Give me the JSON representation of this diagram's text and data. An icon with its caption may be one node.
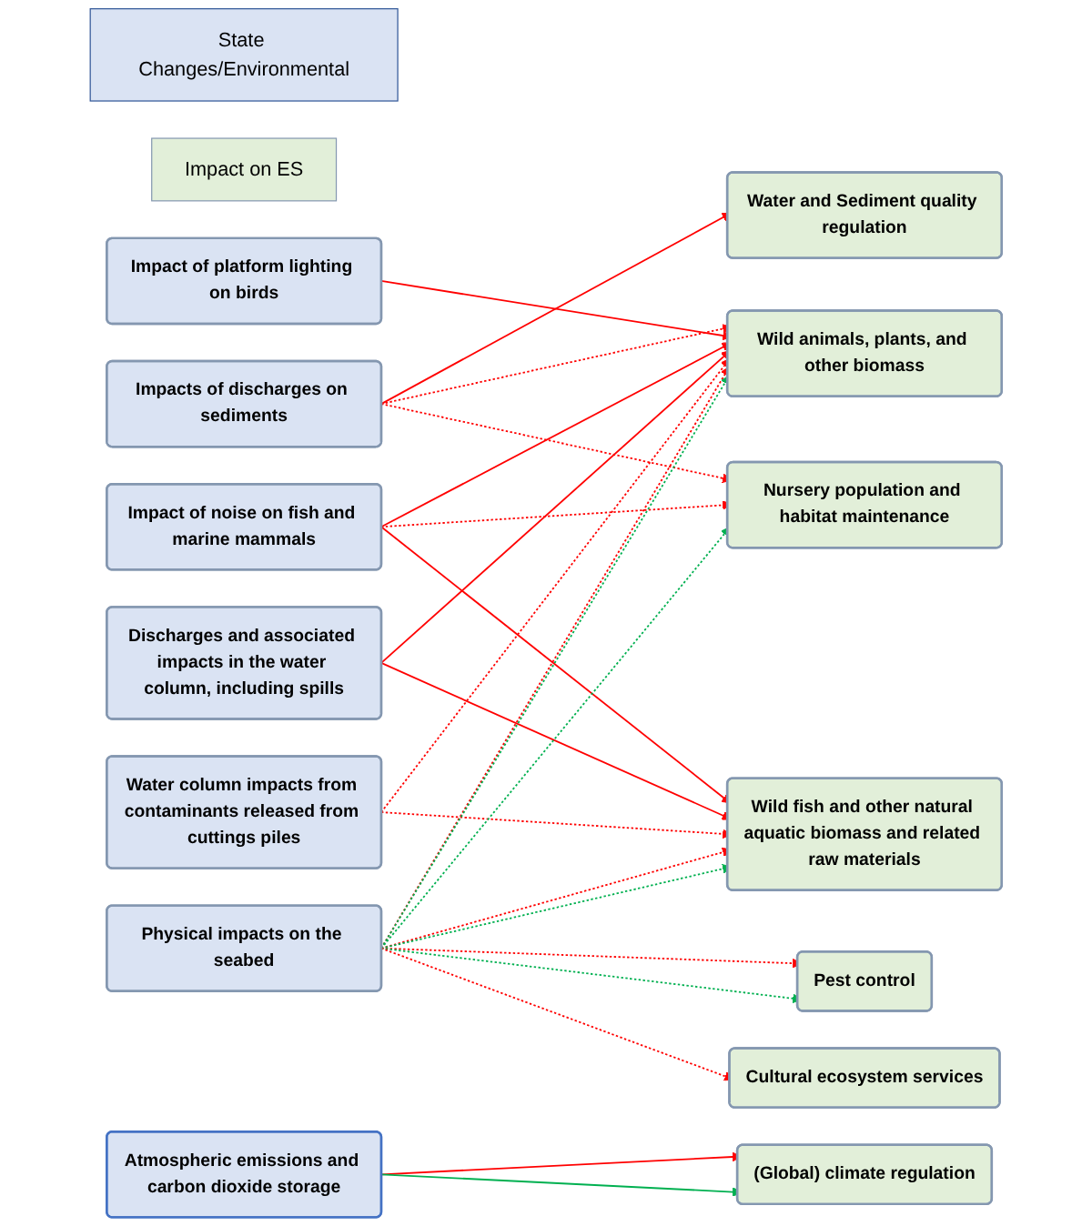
{
  "diagram": {
    "nodes": [
      {
        "text": [
          "State Changes/Environmental"
        ]
      },
      {
        "text": [
          "Impact on ES"
        ]
      },
      {
        "text": [
          "Impacts of discharges on sediments"
        ]
      },
      {
        "text": [
          "Impact of platform lighting on birds"
        ]
      },
      {
        "text": [
          "Impact of noise on fish and marine mammals"
        ]
      },
      {
        "text": [
          "Discharges and associated impacts in the water column, including spills"
        ]
      },
      {
        "text": [
          "Water column impacts from contaminants released from cuttings piles"
        ]
      },
      {
        "text": [
          "Physical impacts on the seabed"
        ]
      },
      {
        "text": [
          "Atmospheric emissions and carbon dioxide storage"
        ]
      },
      {
        "text": [
          "Water and Sediment quality regulation"
        ]
      },
      {
        "text": [
          "Wild animals, plants, and other biomass"
        ]
      },
      {
        "text": [
          "Wild fish and other natural aquatic biomass and related raw materials"
        ]
      },
      {
        "text": [
          "Nursery population and habitat maintenance"
        ]
      },
      {
        "text": [
          "Pest control"
        ]
      },
      {
        "text": [
          "Cultural ecosystem services"
        ]
      },
      {
        "text": [
          "(Global) climate regulation"
        ]
      }
    ],
    "edges": [
      {
        "from": 2,
        "to": 9,
        "arrow": "to"
      },
      {
        "from": 2,
        "to": 10,
        "arrow": "to",
        "style": "dashed"
      },
      {
        "from": 2,
        "to": 12,
        "arrow": "to",
        "style": "dashed"
      },
      {
        "from": 3,
        "to": 10,
        "arrow": "to"
      },
      {
        "from": 4,
        "to": 10,
        "arrow": "to"
      },
      {
        "from": 4,
        "to": 11,
        "arrow": "to"
      },
      {
        "from": 4,
        "to": 12,
        "arrow": "to",
        "style": "dashed"
      },
      {
        "from": 5,
        "to": 10,
        "arrow": "to"
      },
      {
        "from": 5,
        "to": 11,
        "arrow": "to"
      },
      {
        "from": 6,
        "to": 10,
        "arrow": "to",
        "style": "dashed"
      },
      {
        "from": 6,
        "to": 11,
        "arrow": "to",
        "style": "dashed"
      },
      {
        "from": 7,
        "to": 10,
        "arrow": "to",
        "style": "dashed"
      },
      {
        "from": 7,
        "to": 10,
        "arrow": "to",
        "style": "dashed",
        "color": "#00b050"
      },
      {
        "from": 7,
        "to": 11,
        "arrow": "to",
        "style": "dashed"
      },
      {
        "from": 7,
        "to": 11,
        "arrow": "to",
        "style": "dashed",
        "color": "#00b050"
      },
      {
        "from": 7,
        "to": 12,
        "arrow": "to",
        "style": "dashed",
        "color": "#00b050"
      },
      {
        "from": 7,
        "to": 13,
        "arrow": "to",
        "style": "dashed"
      },
      {
        "from": 7,
        "to": 13,
        "arrow": "to",
        "style": "dashed",
        "color": "#00b050"
      },
      {
        "from": 7,
        "to": 14,
        "arrow": "to",
        "style": "dashed"
      },
      {
        "from": 8,
        "to": 15,
        "arrow": "to"
      },
      {
        "from": 8,
        "to": 15,
        "arrow": "to",
        "color": "#00b050"
      }
    ]
  }
}
